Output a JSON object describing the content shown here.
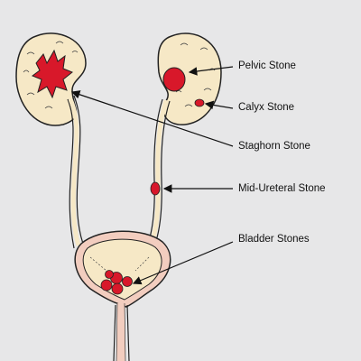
{
  "labels": {
    "pelvic": "Pelvic Stone",
    "calyx": "Calyx Stone",
    "staghorn": "Staghorn Stone",
    "mid_ureteral": "Mid-Ureteral Stone",
    "bladder": "Bladder Stones"
  },
  "colors": {
    "background": "#e7e7e8",
    "tissue": "#f6e8c6",
    "outline": "#222222",
    "stone": "#d8182a",
    "bladder_wall": "#f2cdbf"
  }
}
